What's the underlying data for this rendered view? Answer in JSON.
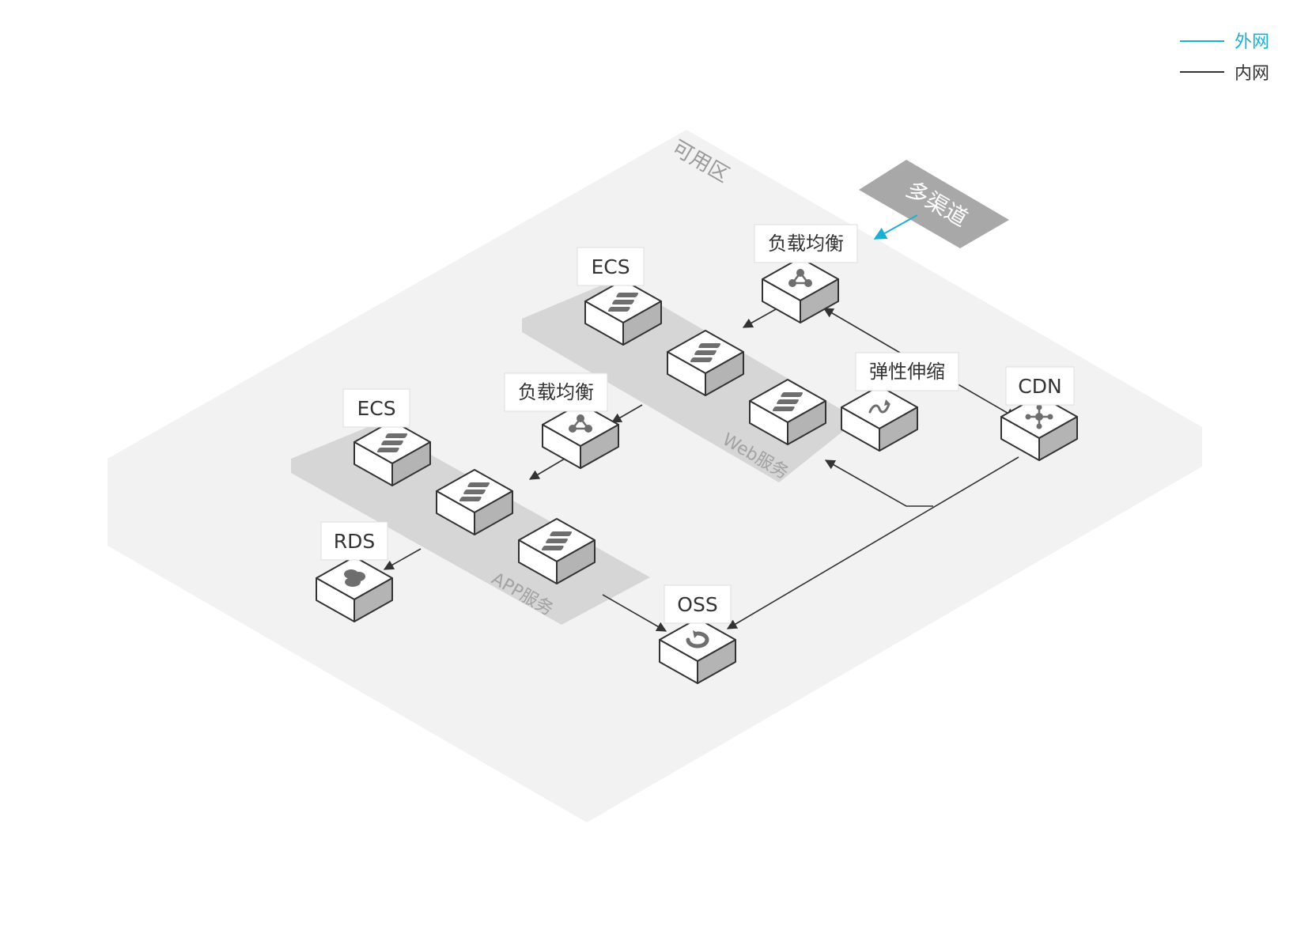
{
  "legend": {
    "external": {
      "label": "外网",
      "color": "#1ab0d4"
    },
    "internal": {
      "label": "内网",
      "color": "#333333"
    }
  },
  "zone": {
    "label": "可用区"
  },
  "multichannel": {
    "label": "多渠道"
  },
  "groups": {
    "web": {
      "label": "Web服务"
    },
    "app": {
      "label": "APP服务"
    }
  },
  "nodes": {
    "slb_top": {
      "label": "负载均衡",
      "icon": "load-balancer-icon"
    },
    "ecs_web": {
      "label": "ECS",
      "icon": "server-icon"
    },
    "slb_mid": {
      "label": "负载均衡",
      "icon": "load-balancer-icon"
    },
    "ecs_app": {
      "label": "ECS",
      "icon": "server-icon"
    },
    "autoscaling": {
      "label": "弹性伸缩",
      "icon": "auto-scaling-icon"
    },
    "cdn": {
      "label": "CDN",
      "icon": "cdn-icon"
    },
    "rds": {
      "label": "RDS",
      "icon": "database-icon"
    },
    "oss": {
      "label": "OSS",
      "icon": "storage-icon"
    }
  },
  "colors": {
    "zone_fill": "#f2f2f2",
    "group_fill": "#d6d6d6",
    "tag_fill": "#a8a8a8",
    "box_stroke": "#333333"
  }
}
